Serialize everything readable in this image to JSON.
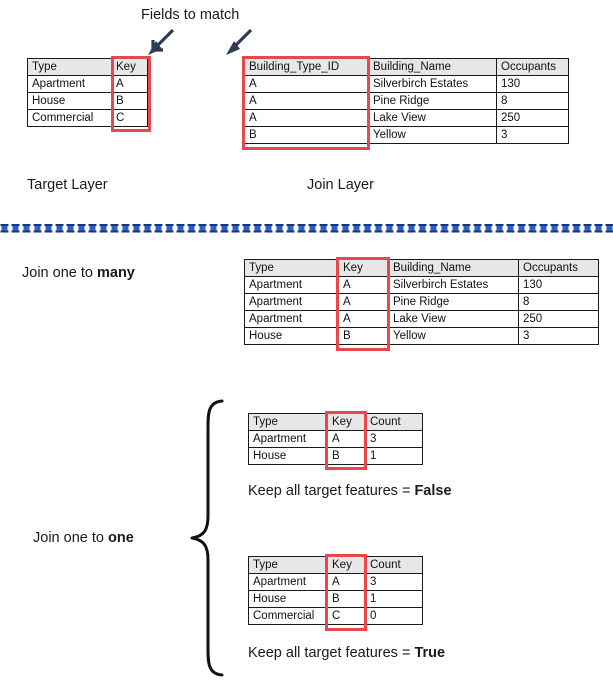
{
  "diagram": {
    "title_note": "Fields to match",
    "target_layer_label": "Target Layer",
    "join_layer_label": "Join Layer",
    "join_many_label_prefix": "Join one to ",
    "join_many_label_strong": "many",
    "join_one_label_prefix": "Join one to ",
    "join_one_label_strong": "one",
    "keep_false_prefix": "Keep all target features = ",
    "keep_false_strong": "False",
    "keep_true_prefix": "Keep all target features = ",
    "keep_true_strong": "True"
  },
  "colors": {
    "highlight_red": "#ea474b",
    "arrow_navy": "#2d3c52",
    "divider_blue": "#1f56b4",
    "header_gray": "#e7e7e7",
    "border_black": "#1a1a1a"
  },
  "target_table": {
    "headers": [
      "Type",
      "Key"
    ],
    "rows": [
      [
        "Apartment",
        "A"
      ],
      [
        "House",
        "B"
      ],
      [
        "Commercial",
        "C"
      ]
    ],
    "highlight_column": "Key"
  },
  "join_table": {
    "headers": [
      "Building_Type_ID",
      "Building_Name",
      "Occupants"
    ],
    "rows": [
      [
        "A",
        "Silverbirch Estates",
        "130"
      ],
      [
        "A",
        "Pine Ridge",
        "8"
      ],
      [
        "A",
        "Lake View",
        "250"
      ],
      [
        "B",
        "Yellow",
        "3"
      ]
    ],
    "highlight_column": "Building_Type_ID"
  },
  "one_to_many_table": {
    "headers": [
      "Type",
      "Key",
      "Building_Name",
      "Occupants"
    ],
    "rows": [
      [
        "Apartment",
        "A",
        "Silverbirch Estates",
        "130"
      ],
      [
        "Apartment",
        "A",
        "Pine Ridge",
        "8"
      ],
      [
        "Apartment",
        "A",
        "Lake View",
        "250"
      ],
      [
        "House",
        "B",
        "Yellow",
        "3"
      ]
    ],
    "highlight_column": "Key"
  },
  "one_to_one_false_table": {
    "headers": [
      "Type",
      "Key",
      "Count"
    ],
    "rows": [
      [
        "Apartment",
        "A",
        "3"
      ],
      [
        "House",
        "B",
        "1"
      ]
    ],
    "highlight_column": "Key"
  },
  "one_to_one_true_table": {
    "headers": [
      "Type",
      "Key",
      "Count"
    ],
    "rows": [
      [
        "Apartment",
        "A",
        "3"
      ],
      [
        "House",
        "B",
        "1"
      ],
      [
        "Commercial",
        "C",
        "0"
      ]
    ],
    "highlight_column": "Key"
  },
  "icons": {
    "arrow_left": "arrow-down-right-icon",
    "arrow_right": "arrow-down-right-icon",
    "brace": "curly-brace-icon",
    "divider": "dashed-divider-icon"
  }
}
